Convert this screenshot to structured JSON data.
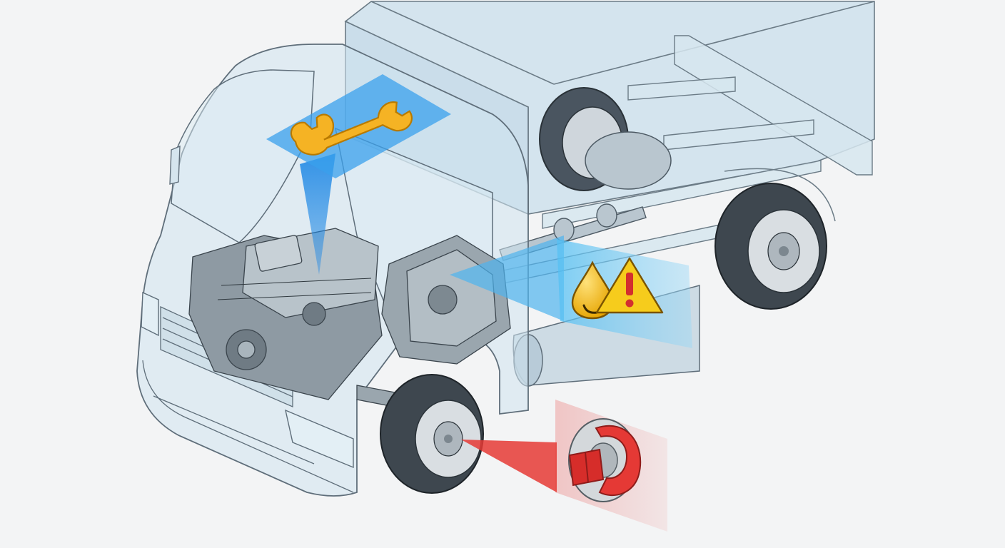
{
  "colors": {
    "background": "#f3f4f5",
    "body_fill": "#cfe3ee",
    "outline": "#5f6e7a",
    "engine_tint": "#1f8fe0",
    "wrench": "#f5b324",
    "fluid_alert": "#6cc6f0",
    "warning_yellow": "#f6cc1c",
    "brake_red": "#e53935"
  },
  "callouts": [
    {
      "id": "engine-service",
      "icon": "wrench-icon",
      "target": "engine",
      "color": "#f5b324"
    },
    {
      "id": "fluid-leak-warning",
      "icon": "oil-drop-warning-icon",
      "target": "transmission",
      "color": "#f6cc1c"
    },
    {
      "id": "brake-wear",
      "icon": "brake-disc-icon",
      "target": "front-wheel",
      "color": "#e53935"
    }
  ]
}
